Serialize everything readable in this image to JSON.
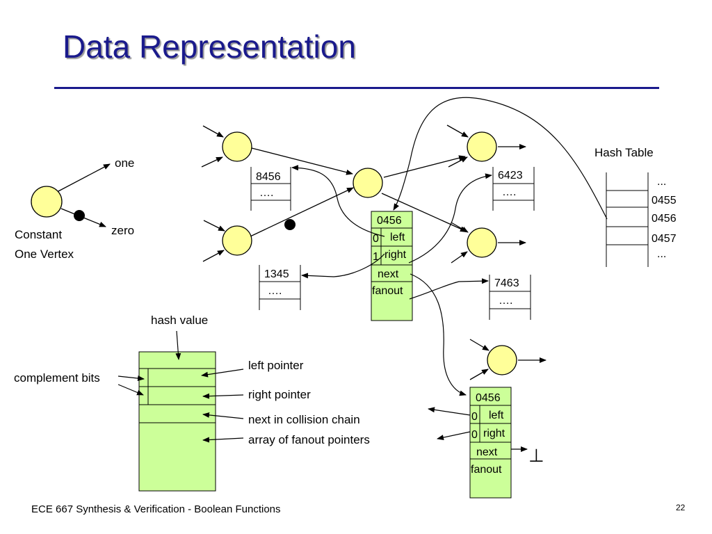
{
  "title": "Data Representation",
  "constant": {
    "one": "one",
    "zero": "zero",
    "line1": "Constant",
    "line2": "One Vertex"
  },
  "records": {
    "r8456": "8456",
    "r1345": "1345",
    "r6423": "6423",
    "r7463": "7463",
    "dots": "…."
  },
  "node_a": {
    "id": "0456",
    "bit0": "0",
    "bit1": "1",
    "left": "left",
    "right": "right",
    "next": "next",
    "fanout": "fanout"
  },
  "node_b": {
    "id": "0456",
    "bit0": "0",
    "bit1": "0",
    "left": "left",
    "right": "right",
    "next": "next",
    "fanout": "fanout",
    "terminal": "⊥"
  },
  "hash_table": {
    "label": "Hash Table",
    "entries": [
      "...",
      "0455",
      "0456",
      "0457",
      "..."
    ]
  },
  "legend": {
    "hash_value": "hash value",
    "complement_bits": "complement bits",
    "left_pointer": "left pointer",
    "right_pointer": "right pointer",
    "next_chain": "next in collision chain",
    "fanout_array": "array of fanout pointers"
  },
  "footer": "ECE 667 Synthesis & Verification - Boolean Functions",
  "page_number": "22",
  "colors": {
    "title": "#1a1a8c",
    "vertex_fill": "#ffff99",
    "record_fill": "#ccff99"
  }
}
